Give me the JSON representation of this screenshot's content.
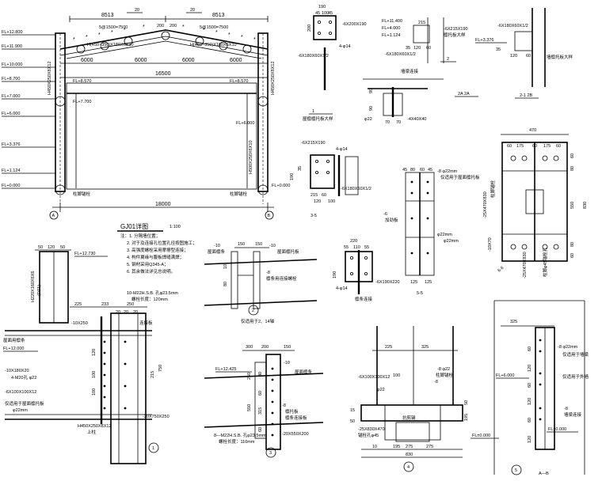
{
  "frame": {
    "dims_top": [
      "8513",
      "20",
      "20",
      "8513"
    ],
    "slope_dims": [
      "5@1500=7500",
      "200",
      "200",
      "5@1500=7500"
    ],
    "rafter_sections": [
      "H(450~350)X180X6X10",
      "H(450~350)X180X6X10"
    ],
    "inner_spans": [
      "6000",
      "6000",
      "6000",
      "6000"
    ],
    "span_total": "16500",
    "overall": "18000",
    "elev_left": [
      "FL+12.800",
      "FL+11.900",
      "FL+10.000",
      "FL+8.700",
      "FL+7.000",
      "FL+6.000",
      "FL+3.376",
      "FL+1.124",
      "FL+0.000"
    ],
    "elev_inner": [
      "FL+8.570",
      "FL+8.570",
      "FL+7.700",
      "FL+6.000"
    ],
    "elev_right": [
      "FL+0.000"
    ],
    "col_left": "H450X250X8X12",
    "col_right": "H450X250X8X12",
    "col_inner": "H500X250X6X10",
    "axis_left": "A",
    "axis_right": "B",
    "base_label_left": "柱脚锚栓",
    "base_label_right": "柱脚锚栓"
  },
  "gj_title": "GJ01详图",
  "gj_scale": "1:100",
  "notes": [
    "注：1. 分隔墙位置；",
    "2. 对于及连接孔位置孔径按图施工；",
    "3. 高强度螺栓采用摩擦型连接；",
    "4. 构件翼缘与腹板焊缝满焊；",
    "5. 钢材采用Q345-A；",
    "6. 其余做法详见总说明。"
  ],
  "d1": {
    "dims_top": [
      "50",
      "120",
      "50"
    ],
    "elev_top": "FL+12.730",
    "stub": "H220X160X6X6",
    "stub2": "(DZ1)",
    "plate1": "-10X250",
    "plate2": "-10X180X20",
    "bolt": "4-M20孔 φ22",
    "plate3": "-6X100X100X12",
    "elev": "FL+12.000",
    "hole": "φ22mm",
    "bolt_spec": "10-M22H.S.B. 孔φ23.5mm",
    "bolt_len": "螺栓长度：120mm",
    "dims_flange": [
      "225",
      "233",
      "250"
    ],
    "dims_v": [
      "120",
      "100",
      "100",
      "215",
      "750"
    ],
    "dims_top2": [
      "20",
      "20",
      "20"
    ],
    "plate_bottom": "-20X750X250",
    "col": "H450X250X8X12",
    "col_note": "上柱",
    "note1": "连接板",
    "note2": "屋面用檩条",
    "note3": "仅适用于屋面檩托板",
    "num": "1"
  },
  "d2": {
    "dims": [
      "150",
      "150",
      "80",
      "10"
    ],
    "plates": [
      "-10",
      "-8",
      "-10"
    ],
    "notes": [
      "屋面檩条",
      "屋面檩托板",
      "檩条用连接螺栓"
    ],
    "footer": "仅适用于2、14轴",
    "num": "2"
  },
  "d3": {
    "dims": [
      "300",
      "200",
      "150",
      "550",
      "250",
      "30",
      "60",
      "315",
      "60"
    ],
    "elev": "FL+12.425",
    "bolt_spec": "8—M22H.S.B. 孔φ23.5mm",
    "bolt_len": "螺栓长度：110mm",
    "plates": [
      "-10",
      "-8",
      "-20X550X200"
    ],
    "notes": [
      "屋面檩条",
      "檩托板",
      "檩条连接板"
    ],
    "num": "3"
  },
  "d4": {
    "dims": [
      "225",
      "325",
      "830",
      "275",
      "275",
      "100",
      "15",
      "50",
      "150",
      "195",
      "50",
      "10"
    ],
    "plates": [
      "-6X100X100X12",
      "-8",
      "-25X830X470"
    ],
    "bolt": "-8 φ22",
    "notes": [
      "φ22",
      "柱脚锚栓",
      "锚栓孔φ45",
      "抗剪键"
    ],
    "elev": "FL±0.000",
    "num": "4"
  },
  "d5": {
    "dims": [
      "325",
      "60",
      "120",
      "60",
      "120",
      "60",
      "120"
    ],
    "elev": "FL+6.000",
    "elev2": "FL±0.000",
    "plates": [
      "-8 φ22mm",
      "-8"
    ],
    "notes": [
      "仅适用于墙梁",
      "仅适用于外墙",
      "墙梁连接"
    ],
    "num": "5",
    "axis": "A—B"
  },
  "s1": {
    "dims": [
      "190",
      "45",
      "100",
      "45",
      "200"
    ],
    "plate": "-6X200X190",
    "bolt": "4-φ14",
    "plate2": "-6X180X60X1/2",
    "caption": "屋檩檩托板大样",
    "num": "1"
  },
  "s2": {
    "elevs": [
      "FL+11.400",
      "FL+4.000",
      "FL+1.124"
    ],
    "dims": [
      "215",
      "35",
      "120",
      "60"
    ],
    "plate": "-6X215X190",
    "plate2": "-6X180X60X1/2",
    "caption": "檩托板大样",
    "num": "2"
  },
  "s2a": {
    "dims": [
      "90",
      "90",
      "70",
      "70"
    ],
    "plate": "-4X40X40",
    "hole": "φ22",
    "caption": "2A 2A",
    "sub": "墙梁连接"
  },
  "s2b": {
    "dims": [
      "35",
      "120",
      "60"
    ],
    "plate": "-6X180X60X1/2",
    "elev": "FL+3.376",
    "caption": "2-1 2B",
    "sub": "墙檩托板大样"
  },
  "s3": {
    "plate": "-6X215X190",
    "bolt": "4-φ14",
    "dims": [
      "190",
      "35",
      "215",
      "60",
      "120",
      "100"
    ],
    "plate2": "-6X180X60X1/2",
    "caption": "3-5"
  },
  "s4": {
    "dims": [
      "220",
      "55",
      "110",
      "55",
      "190"
    ],
    "plate": "-6X190X220",
    "bolt": "4-φ14",
    "caption": "檩条连接"
  },
  "s5": {
    "dims": [
      "45",
      "80",
      "60",
      "45",
      "125",
      "125"
    ],
    "plate": "-8 φ22mm",
    "plate2": "-6",
    "notes": [
      "仅适用于屋面檩托板",
      "φ22mm",
      "加劲板"
    ],
    "caption": "5-5"
  },
  "s6": {
    "dims": [
      "470",
      "60",
      "175",
      "60",
      "175",
      "60",
      "60",
      "80",
      "550",
      "830",
      "80",
      "60"
    ],
    "plate": "-25X470X830",
    "plate2": "-10X70",
    "plate3": "-25X470X830",
    "notes": [
      "柱脚锚栓",
      "柱脚φ45锚栓孔",
      "6-6"
    ],
    "caption": "6-6"
  }
}
